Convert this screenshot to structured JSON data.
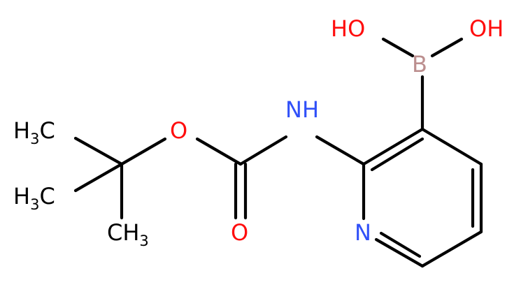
{
  "colors": {
    "background": "#ffffff",
    "bond": "#000000",
    "carbon_label": "#000000",
    "oxygen": "#ff0d0d",
    "nitrogen": "#3050f8",
    "boron": "#bc8f8f"
  },
  "atoms": {
    "oh_left": "HO",
    "oh_right": "OH",
    "boron": "B",
    "nh": "NH",
    "ester_oxygen": "O",
    "carbonyl_oxygen": "O",
    "pyridine_n": "N",
    "methyl_top": {
      "main": "H",
      "sub": "3",
      "end": "C"
    },
    "methyl_mid": {
      "main": "H",
      "sub": "3",
      "end": "C"
    },
    "methyl_bottom": {
      "main": "CH",
      "sub": "3"
    }
  }
}
